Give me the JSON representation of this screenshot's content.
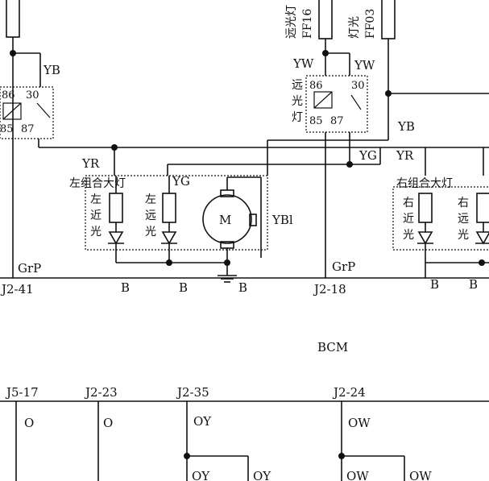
{
  "fuses": {
    "high_beam_fuse": [
      "远光灯",
      "FF16"
    ],
    "light_fuse": [
      "灯光",
      "FF03"
    ]
  },
  "relays": {
    "left_relay": {
      "pins": [
        "86",
        "30",
        "85",
        "87"
      ],
      "wire": "YB"
    },
    "high_beam_relay": {
      "name": [
        "远",
        "光",
        "灯"
      ],
      "pins": [
        "86",
        "30",
        "85",
        "87"
      ],
      "wires": [
        "YW",
        "YW"
      ]
    }
  },
  "wires": {
    "yr_left": "YR",
    "yg_left": "YG",
    "ybl": "YBl",
    "yb_right": "YB",
    "yg_mid": "YG",
    "yr_mid": "YR",
    "grp_left": "GrP",
    "grp_mid": "GrP",
    "b1": "B",
    "b2": "B",
    "b3": "B",
    "b4": "B",
    "b5": "B",
    "oy_top": "OY",
    "oy_bottom_a": "OY",
    "oy_bottom_b": "OY",
    "ow_top": "OW",
    "ow_bottom_a": "OW",
    "ow_bottom_b": "OW",
    "o1": "O",
    "o2": "O"
  },
  "headlamps": {
    "left": {
      "title": "左组合大灯",
      "low_beam": [
        "左",
        "近",
        "光"
      ],
      "high_beam": [
        "左",
        "远",
        "光"
      ],
      "motor": "M"
    },
    "right": {
      "title": "右组合大灯",
      "low_beam": [
        "右",
        "近",
        "光"
      ],
      "high_beam": [
        "右",
        "远",
        "光"
      ]
    }
  },
  "module": {
    "name": "BCM",
    "pins_top": [
      "J2-41",
      "J2-18"
    ],
    "pins_bottom": [
      "J5-17",
      "J2-23",
      "J2-35",
      "J2-24"
    ]
  }
}
